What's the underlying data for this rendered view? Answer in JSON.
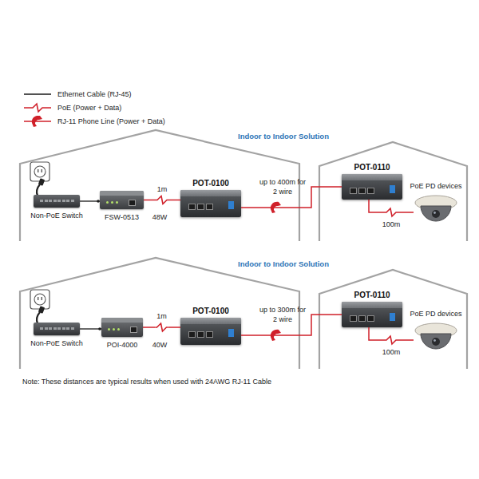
{
  "diagram": {
    "nodes": [
      {
        "text": [
          "Non-PoE Switch"
        ]
      },
      {
        "text": [
          "FSW-0513"
        ]
      },
      {
        "text": [
          "POT-0100"
        ]
      },
      {
        "text": [
          "POT-0110"
        ]
      },
      {
        "text": [
          "PoE PD devices"
        ]
      },
      {
        "text": [
          "Non-PoE Switch"
        ]
      },
      {
        "text": [
          "POI-4000"
        ]
      },
      {
        "text": [
          "POT-0100"
        ]
      },
      {
        "text": [
          "POT-0110"
        ]
      },
      {
        "text": [
          "PoE PD devices"
        ]
      }
    ],
    "edges": [
      {
        "from": 0,
        "to": 1,
        "arrow": "none"
      },
      {
        "from": 1,
        "to": 2,
        "label": "1m",
        "arrow": "none"
      },
      {
        "from": 2,
        "to": 3,
        "label": "up to 400m for 2 wire",
        "arrow": "none"
      },
      {
        "from": 3,
        "to": 4,
        "label": "100m",
        "arrow": "none"
      },
      {
        "from": 5,
        "to": 6,
        "arrow": "none"
      },
      {
        "from": 6,
        "to": 7,
        "label": "1m",
        "arrow": "none"
      },
      {
        "from": 7,
        "to": 8,
        "label": "up to 300m for 2 wire",
        "arrow": "none"
      },
      {
        "from": 8,
        "to": 9,
        "label": "100m",
        "arrow": "none"
      }
    ],
    "labels": [
      "Indoor to Indoor Solution",
      "48W",
      "Indoor to Indoor Solution",
      "40W",
      "Note: These distances are typical results when used with 24AWG RJ-11 Cable"
    ],
    "legend": [
      {
        "text": "Ethernet Cable (RJ-45)"
      },
      {
        "text": "PoE (Power + Data)"
      },
      {
        "text": "RJ-11 Phone Line (Power + Data)"
      }
    ]
  }
}
